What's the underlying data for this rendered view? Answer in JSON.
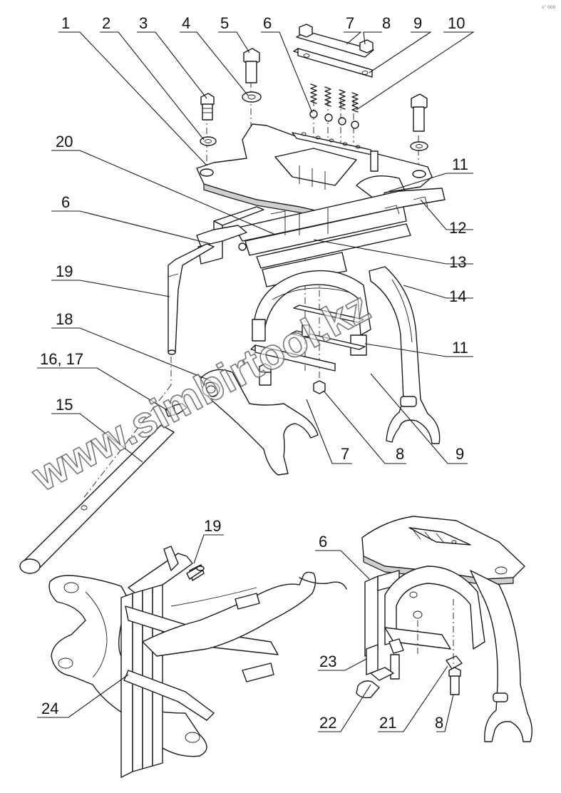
{
  "corner_mark": "s° 000",
  "watermark": "www.simbirtool.kz",
  "callouts": {
    "c1": "1",
    "c2": "2",
    "c3": "3",
    "c4": "4",
    "c5": "5",
    "c6_top": "6",
    "c7_top": "7",
    "c8_top": "8",
    "c9_top": "9",
    "c10": "10",
    "c11_upper": "11",
    "c12": "12",
    "c13": "13",
    "c14": "14",
    "c11_lower": "11",
    "c20": "20",
    "c6_left": "6",
    "c19_left": "19",
    "c18": "18",
    "c16_17": "16, 17",
    "c15": "15",
    "c7_bottom": "7",
    "c8_bottom": "8",
    "c9_bottom": "9",
    "c19_lower": "19",
    "c24": "24",
    "c6_right": "6",
    "c23": "23",
    "c22": "22",
    "c21": "21",
    "c8_right": "8"
  }
}
